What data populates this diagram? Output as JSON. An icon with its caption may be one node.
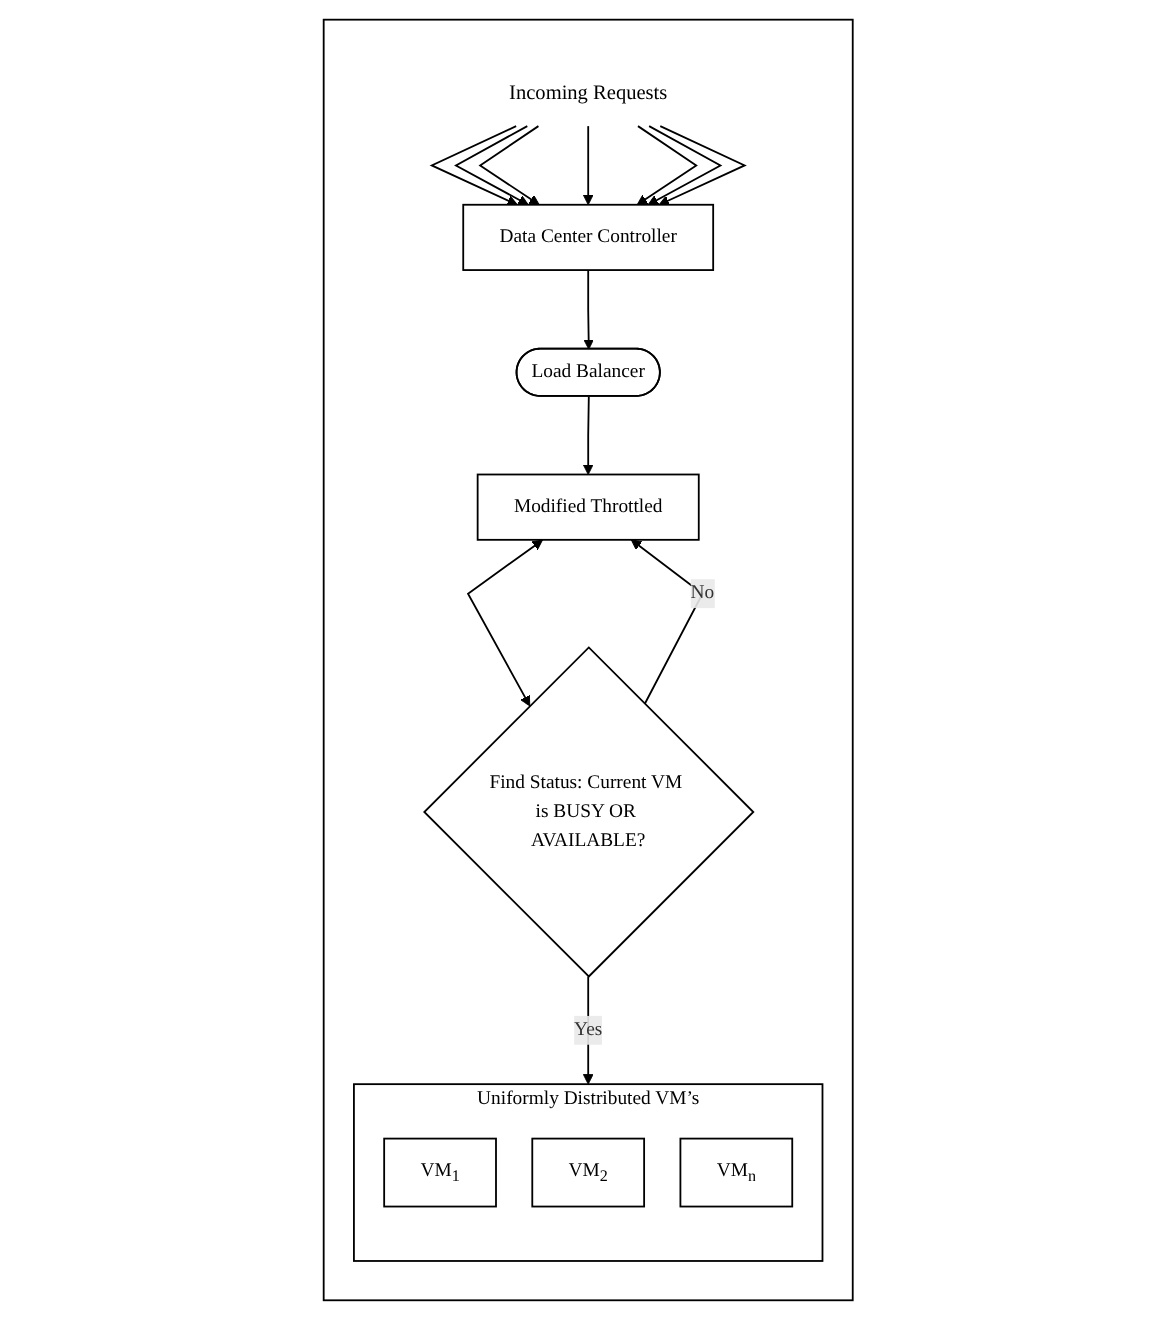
{
  "diagram": {
    "nodes": [
      {
        "text": [],
        "shape": "box"
      },
      {
        "text": [
          "Incoming Requests"
        ],
        "in": 0
      },
      {
        "text": [
          "Data Center Controller"
        ],
        "in": 0
      },
      {
        "text": [
          "Load Balancer"
        ],
        "in": 0
      },
      {
        "text": [
          "Modified Throttled"
        ],
        "in": 0
      },
      {
        "text": [
          "Find Status: Current VM is BUSY OR AVAILABLE?"
        ],
        "in": 0
      },
      {
        "text": [
          "Uniformly Distributed VM’s"
        ],
        "in": 0
      },
      {
        "text": [
          "VM$_{1}$"
        ],
        "in": 6
      },
      {
        "text": [
          "VM$_{2}$"
        ],
        "in": 6
      },
      {
        "text": [
          "VM$_{n}$"
        ],
        "in": 6
      }
    ],
    "edges": [
      {
        "from": 1,
        "to": 2,
        "arrow": "to"
      },
      {
        "from": 1,
        "to": 2,
        "arrow": "to"
      },
      {
        "from": 1,
        "to": 2,
        "arrow": "to"
      },
      {
        "from": 1,
        "to": 2,
        "arrow": "to"
      },
      {
        "from": 1,
        "to": 2,
        "arrow": "to"
      },
      {
        "from": 1,
        "to": 2,
        "arrow": "to"
      },
      {
        "from": 1,
        "to": 2,
        "arrow": "to"
      },
      {
        "from": 2,
        "to": 3,
        "arrow": "to"
      },
      {
        "from": 3,
        "to": 4,
        "arrow": "to"
      },
      {
        "from": 4,
        "to": 5,
        "arrow": "both"
      },
      {
        "from": 5,
        "to": 4,
        "arrow": "to",
        "label": "No"
      },
      {
        "from": 5,
        "to": 6,
        "arrow": "to",
        "label": "Yes"
      }
    ]
  }
}
